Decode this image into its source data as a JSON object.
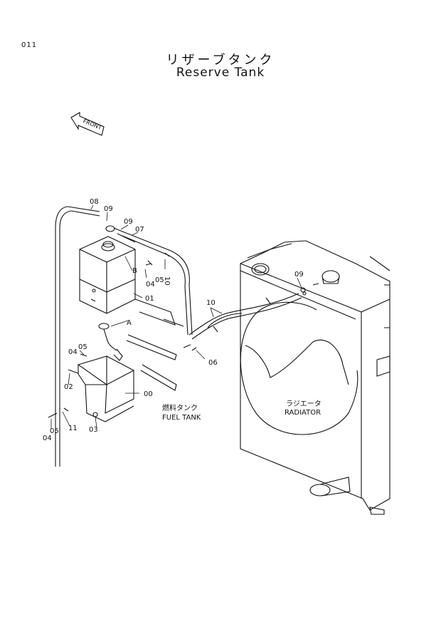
{
  "page_code": "011",
  "title_jp": "リザーブタンク",
  "title_en": "Reserve Tank",
  "front_label": "FRONT",
  "part_numbers": [
    "08",
    "09",
    "09",
    "07",
    "10",
    "04",
    "05",
    "B",
    "01",
    "A",
    "10",
    "09",
    "06",
    "04",
    "05",
    "02",
    "00",
    "11",
    "05",
    "04",
    "03"
  ],
  "labels": {
    "fuel_tank_jp": "燃料タンク",
    "fuel_tank_en": "FUEL TANK",
    "radiator_jp": "ラジエータ",
    "radiator_en": "RADIATOR"
  }
}
